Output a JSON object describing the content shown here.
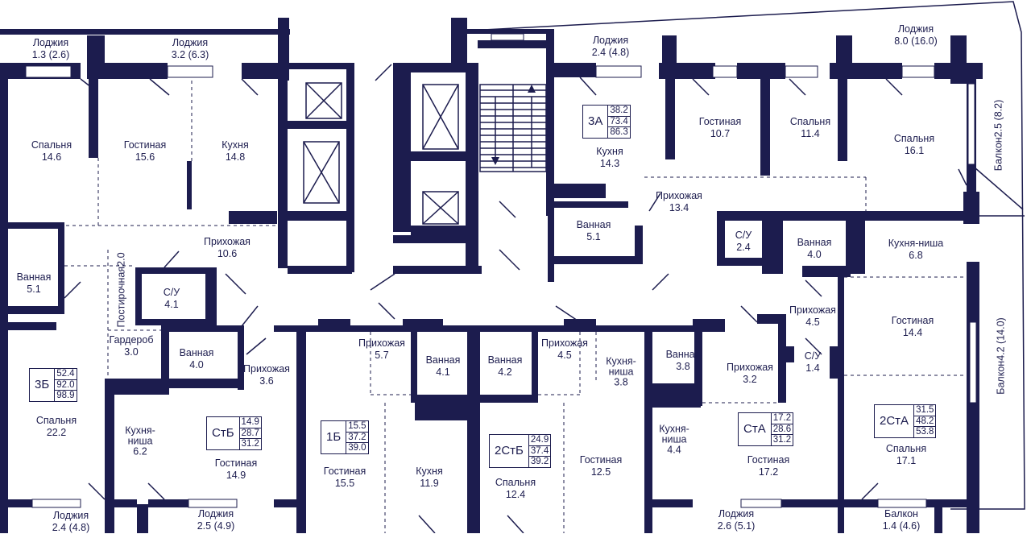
{
  "rooms": [
    {
      "id": "r1",
      "name": "Лоджия",
      "area": "1.3 (2.6)"
    },
    {
      "id": "r2",
      "name": "Лоджия",
      "area": "3.2 (6.3)"
    },
    {
      "id": "r3",
      "name": "Лоджия",
      "area": "2.4 (4.8)"
    },
    {
      "id": "r4",
      "name": "Лоджия",
      "area": "8.0 (16.0)"
    },
    {
      "id": "r5",
      "name": "Спальня",
      "area": "14.6"
    },
    {
      "id": "r6",
      "name": "Гостиная",
      "area": "15.6"
    },
    {
      "id": "r7",
      "name": "Кухня",
      "area": "14.8"
    },
    {
      "id": "r8",
      "name": "Кухня",
      "area": "14.3"
    },
    {
      "id": "r9",
      "name": "Гостиная",
      "area": "10.7"
    },
    {
      "id": "r10",
      "name": "Спальня",
      "area": "11.4"
    },
    {
      "id": "r11",
      "name": "Спальня",
      "area": "16.1"
    },
    {
      "id": "r12",
      "name": "Прихожая",
      "area": "13.4"
    },
    {
      "id": "r13",
      "name": "Ванная",
      "area": "5.1"
    },
    {
      "id": "r14",
      "name": "Прихожая",
      "area": "10.6"
    },
    {
      "id": "r15",
      "name": "Ванная",
      "area": "5.1"
    },
    {
      "id": "r16",
      "name": "С/У",
      "area": "4.1"
    },
    {
      "id": "r17",
      "name": "С/У",
      "area": "2.4"
    },
    {
      "id": "r18",
      "name": "Ванная",
      "area": "4.0"
    },
    {
      "id": "r19",
      "name": "Кухня-ниша",
      "area": "6.8"
    },
    {
      "id": "r20",
      "name": "Гардероб",
      "area": "3.0"
    },
    {
      "id": "r21",
      "name": "Ванная",
      "area": "4.0"
    },
    {
      "id": "r22",
      "name": "Прихожая",
      "area": "3.6"
    },
    {
      "id": "r23",
      "name": "Прихожая",
      "area": "5.7"
    },
    {
      "id": "r24",
      "name": "Ванная",
      "area": "4.1"
    },
    {
      "id": "r25",
      "name": "Ванная",
      "area": "4.2"
    },
    {
      "id": "r26",
      "name": "Прихожая",
      "area": "4.5"
    },
    {
      "id": "r27",
      "name": "Кухня-\nниша",
      "area": "3.8"
    },
    {
      "id": "r28",
      "name": "Ванная",
      "area": "3.8"
    },
    {
      "id": "r29",
      "name": "Прихожая",
      "area": "3.2"
    },
    {
      "id": "r30",
      "name": "Прихожая",
      "area": "4.5"
    },
    {
      "id": "r31",
      "name": "С/У",
      "area": "1.4"
    },
    {
      "id": "r32",
      "name": "Гостиная",
      "area": "14.4"
    },
    {
      "id": "r33",
      "name": "Спальня",
      "area": "22.2"
    },
    {
      "id": "r34",
      "name": "Кухня-\nниша",
      "area": "6.2"
    },
    {
      "id": "r35",
      "name": "Гостиная",
      "area": "14.9"
    },
    {
      "id": "r36",
      "name": "Гостиная",
      "area": "15.5"
    },
    {
      "id": "r37",
      "name": "Кухня",
      "area": "11.9"
    },
    {
      "id": "r38",
      "name": "Спальня",
      "area": "12.4"
    },
    {
      "id": "r39",
      "name": "Гостиная",
      "area": "12.5"
    },
    {
      "id": "r40",
      "name": "Кухня-\nниша",
      "area": "4.4"
    },
    {
      "id": "r41",
      "name": "Гостиная",
      "area": "17.2"
    },
    {
      "id": "r42",
      "name": "Спальня",
      "area": "17.1"
    },
    {
      "id": "r43",
      "name": "Лоджия",
      "area": "2.4 (4.8)"
    },
    {
      "id": "r44",
      "name": "Лоджия",
      "area": "2.5 (4.9)"
    },
    {
      "id": "r45",
      "name": "Лоджия",
      "area": "2.6 (5.1)"
    },
    {
      "id": "r46",
      "name": "Балкон",
      "area": "1.4 (4.6)"
    }
  ],
  "vertical_rooms": [
    {
      "id": "v1",
      "name": "Балкон",
      "area": "2.5 (8.2)"
    },
    {
      "id": "v2",
      "name": "Балкон",
      "area": "4.2 (14.0)"
    },
    {
      "id": "v3",
      "name": "Постирочная",
      "area": "2.0"
    }
  ],
  "apartments": [
    {
      "id": "a1",
      "code": "3А",
      "areas": [
        "38.2",
        "73.4",
        "86.3"
      ]
    },
    {
      "id": "a2",
      "code": "3Б",
      "areas": [
        "52.4",
        "92.0",
        "98.9"
      ]
    },
    {
      "id": "a3",
      "code": "СтБ",
      "areas": [
        "14.9",
        "28.7",
        "31.2"
      ]
    },
    {
      "id": "a4",
      "code": "1Б",
      "areas": [
        "15.5",
        "37.2",
        "39.0"
      ]
    },
    {
      "id": "a5",
      "code": "2СтБ",
      "areas": [
        "24.9",
        "37.4",
        "39.2"
      ]
    },
    {
      "id": "a6",
      "code": "СтА",
      "areas": [
        "17.2",
        "28.6",
        "31.2"
      ]
    },
    {
      "id": "a7",
      "code": "2СтА",
      "areas": [
        "31.5",
        "48.2",
        "53.8"
      ]
    }
  ],
  "colors": {
    "wall": "#1c1c4e",
    "background": "#ffffff"
  }
}
